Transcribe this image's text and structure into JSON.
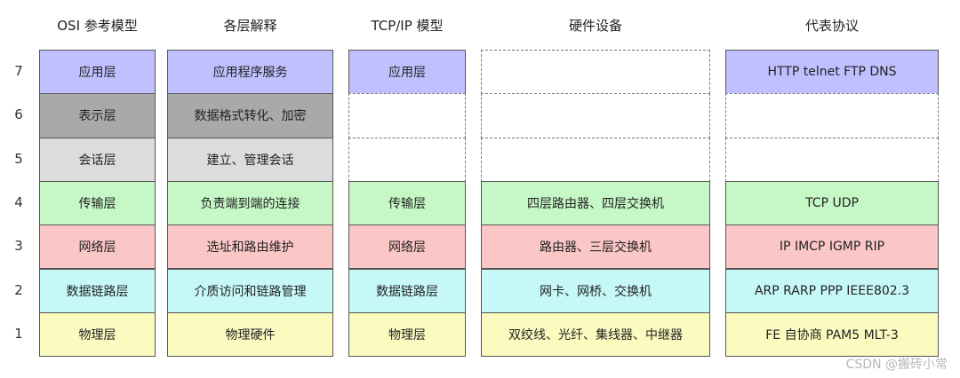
{
  "headers": [
    "OSI 参考模型",
    "各层解释",
    "TCP/IP 模型",
    "硬件设备",
    "代表协议"
  ],
  "layer_numbers": [
    "7",
    "6",
    "5",
    "4",
    "3",
    "2",
    "1"
  ],
  "colors": {
    "application": "#c0c0ff",
    "presentation": "#a9a9a9",
    "session": "#dcdcdc",
    "transport": "#c6f7c6",
    "network": "#fbc6c6",
    "datalink": "#c6f8f8",
    "physical": "#fbfbc0",
    "empty": "#ffffff"
  },
  "osi": [
    "应用层",
    "表示层",
    "会话层",
    "传输层",
    "网络层",
    "数据链路层",
    "物理层"
  ],
  "explain": [
    "应用程序服务",
    "数据格式转化、加密",
    "建立、管理会话",
    "负责端到端的连接",
    "选址和路由维护",
    "介质访问和链路管理",
    "物理硬件"
  ],
  "tcpip": [
    "应用层",
    "",
    "",
    "传输层",
    "网络层",
    "数据链路层",
    "物理层"
  ],
  "hardware": [
    "",
    "",
    "",
    "四层路由器、四层交换机",
    "路由器、三层交换机",
    "网卡、网桥、交换机",
    "双绞线、光纤、集线器、中继器"
  ],
  "protocols": [
    "HTTP telnet FTP DNS",
    "",
    "",
    "TCP UDP",
    "IP IMCP IGMP RIP",
    "ARP RARP PPP IEEE802.3",
    "FE 自协商 PAM5 MLT-3"
  ],
  "watermark": "CSDN @搬砖小常"
}
